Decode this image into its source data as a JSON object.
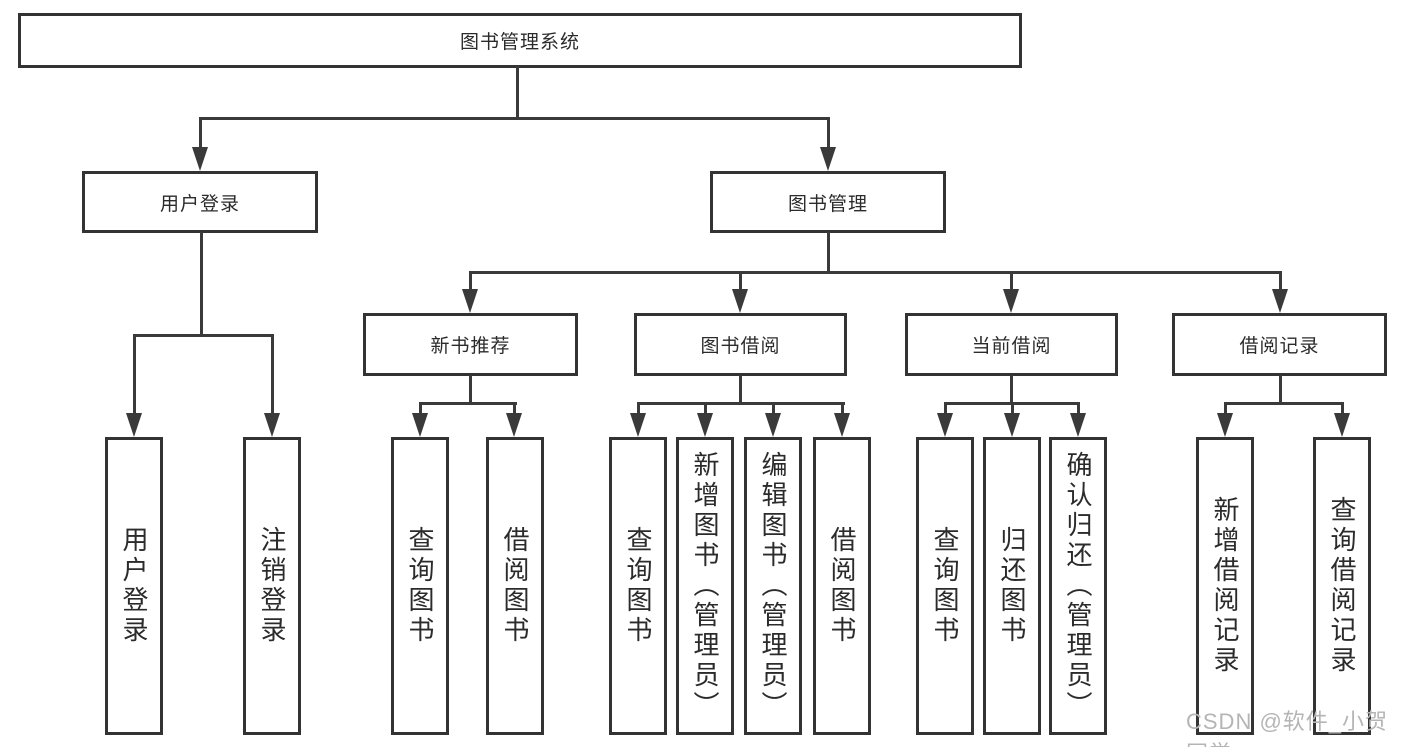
{
  "nodes": {
    "root": "图书管理系统",
    "user_login": "用户登录",
    "book_mgmt": "图书管理",
    "new_book": "新书推荐",
    "book_borrow": "图书借阅",
    "current_borrow": "当前借阅",
    "borrow_record": "借阅记录"
  },
  "leaves": {
    "user_login": [
      "用户登录",
      "注销登录"
    ],
    "new_book": [
      "查询图书",
      "借阅图书"
    ],
    "book_borrow": [
      "查询图书",
      "新增图书（管理员）",
      "编辑图书（管理员）",
      "借阅图书"
    ],
    "current_borrow": [
      "查询图书",
      "归还图书",
      "确认归还（管理员）"
    ],
    "borrow_record": [
      "新增借阅记录",
      "查询借阅记录"
    ]
  },
  "watermark": "CSDN @软件_小贺同学",
  "colors": {
    "line": "#3a3a3a",
    "border": "#333333",
    "text": "#2b2b2b",
    "watermark": "#b5b5b5",
    "background": "#ffffff"
  }
}
